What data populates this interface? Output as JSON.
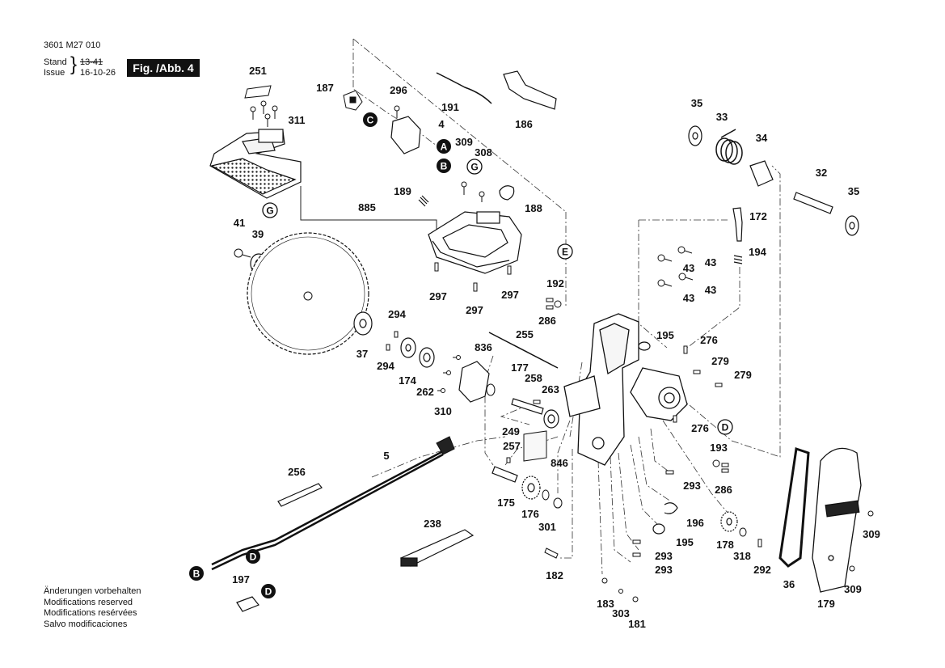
{
  "header": {
    "part_code": "3601 M27 010",
    "stand_label": "Stand",
    "issue_label": "Issue",
    "stand_value": "13-41",
    "issue_value": "16-10-26",
    "figure_tag": "Fig. /Abb. 4"
  },
  "footer": {
    "lines": [
      "Änderungen vorbehalten",
      "Modifications reserved",
      "Modifications resérvées",
      "Salvo modificaciones"
    ]
  },
  "callouts": {
    "c251": "251",
    "c311": "311",
    "c187": "187",
    "c296": "296",
    "c191": "191",
    "c186": "186",
    "c4": "4",
    "c309a": "309",
    "c308": "308",
    "c188": "188",
    "c189": "189",
    "c885": "885",
    "c41": "41",
    "c39": "39",
    "c297a": "297",
    "c297b": "297",
    "c297c": "297",
    "c294a": "294",
    "c294b": "294",
    "c37": "37",
    "c174": "174",
    "c262": "262",
    "c836": "836",
    "c310": "310",
    "c255": "255",
    "c177": "177",
    "c258": "258",
    "c263": "263",
    "c192": "192",
    "c286a": "286",
    "c195a": "195",
    "c276a": "276",
    "c279a": "279",
    "c279b": "279",
    "c276b": "276",
    "c35a": "35",
    "c33": "33",
    "c34": "34",
    "c32": "32",
    "c35b": "35",
    "c172": "172",
    "c194": "194",
    "c43a": "43",
    "c43b": "43",
    "c43c": "43",
    "c43d": "43",
    "c249": "249",
    "c257": "257",
    "c846": "846",
    "c175": "175",
    "c176": "176",
    "c301": "301",
    "c5": "5",
    "c256": "256",
    "c238": "238",
    "c197": "197",
    "c182": "182",
    "c193": "193",
    "c293a": "293",
    "c286b": "286",
    "c196": "196",
    "c195b": "195",
    "c178": "178",
    "c318": "318",
    "c292": "292",
    "c293b": "293",
    "c293c": "293",
    "c183": "183",
    "c303": "303",
    "c181": "181",
    "c36": "36",
    "c179": "179",
    "c309b": "309",
    "c309c": "309"
  },
  "markers": {
    "A": "A",
    "B": "B",
    "C": "C",
    "D": "D",
    "E": "E",
    "G": "G"
  }
}
